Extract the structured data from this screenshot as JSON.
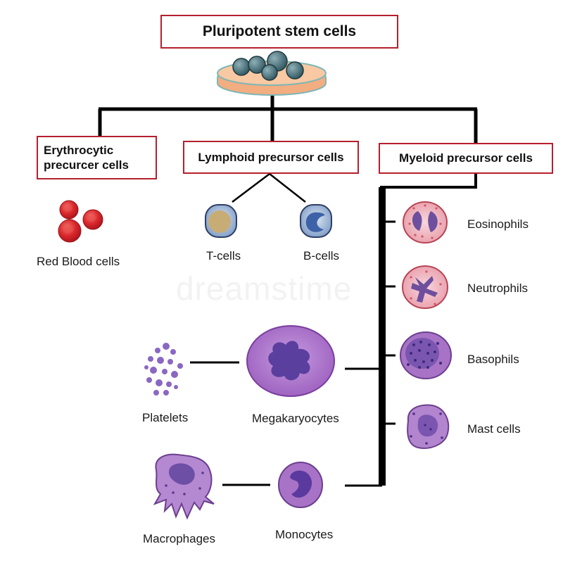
{
  "root": {
    "title": "Pluripotent stem cells"
  },
  "branches": {
    "erythrocytic": "Erythrocytic precurcer cells",
    "lymphoid": "Lymphoid precursor cells",
    "myeloid": "Myeloid precursor cells"
  },
  "cells": {
    "red_blood": "Red Blood cells",
    "t_cells": "T-cells",
    "b_cells": "B-cells",
    "eosinophils": "Eosinophils",
    "neutrophils": "Neutrophils",
    "basophils": "Basophils",
    "mast_cells": "Mast cells",
    "platelets": "Platelets",
    "megakaryocytes": "Megakaryocytes",
    "macrophages": "Macrophages",
    "monocytes": "Monocytes"
  },
  "watermark": "dreamstime",
  "colors": {
    "box_border": "#b5202e",
    "connector": "#000000",
    "rbc": "#d8262b",
    "purple_cell": "#a873c6",
    "nucleus": "#6b4ca6"
  }
}
